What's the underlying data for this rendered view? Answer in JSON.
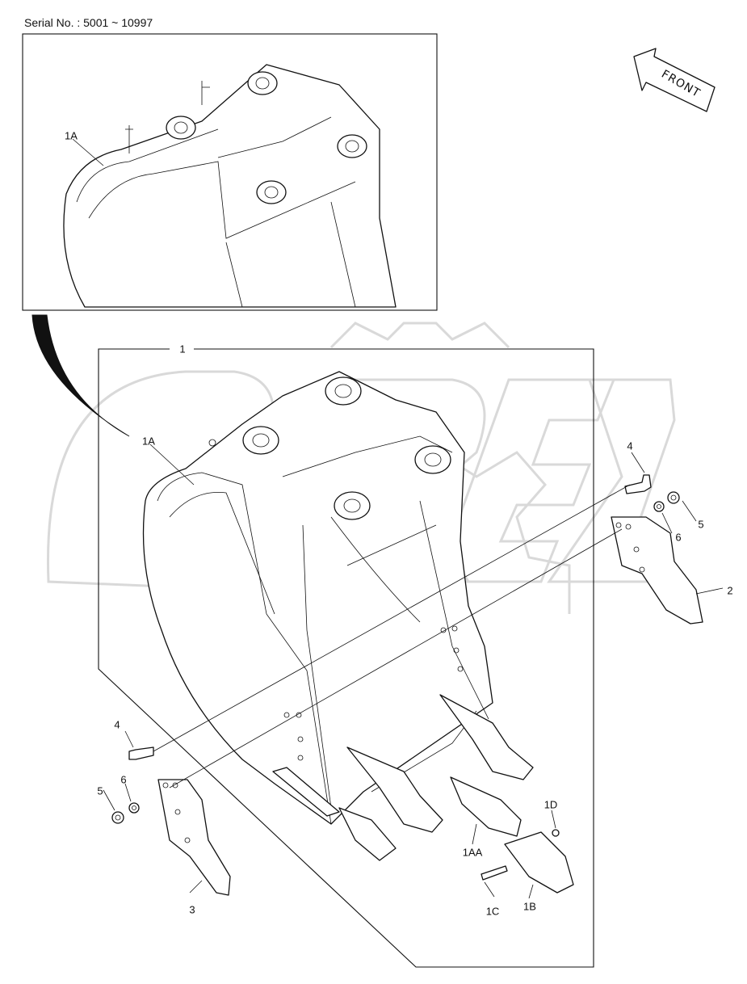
{
  "header": {
    "serial": "Serial No. : 5001 ~ 10997"
  },
  "direction": {
    "label": "FRONT"
  },
  "watermark": {
    "text": "OREX"
  },
  "callouts": {
    "inset_1A": "1A",
    "assy_1": "1",
    "main_1A": "1A",
    "p2": "2",
    "p3": "3",
    "p4_top": "4",
    "p4_bottom": "4",
    "p5_right": "5",
    "p5_left": "5",
    "p6_right": "6",
    "p6_left": "6",
    "p1AA": "1AA",
    "p1B": "1B",
    "p1C": "1C",
    "p1D": "1D"
  },
  "colors": {
    "line": "#111111",
    "watermark": "#d9d9d9",
    "background": "#ffffff"
  }
}
